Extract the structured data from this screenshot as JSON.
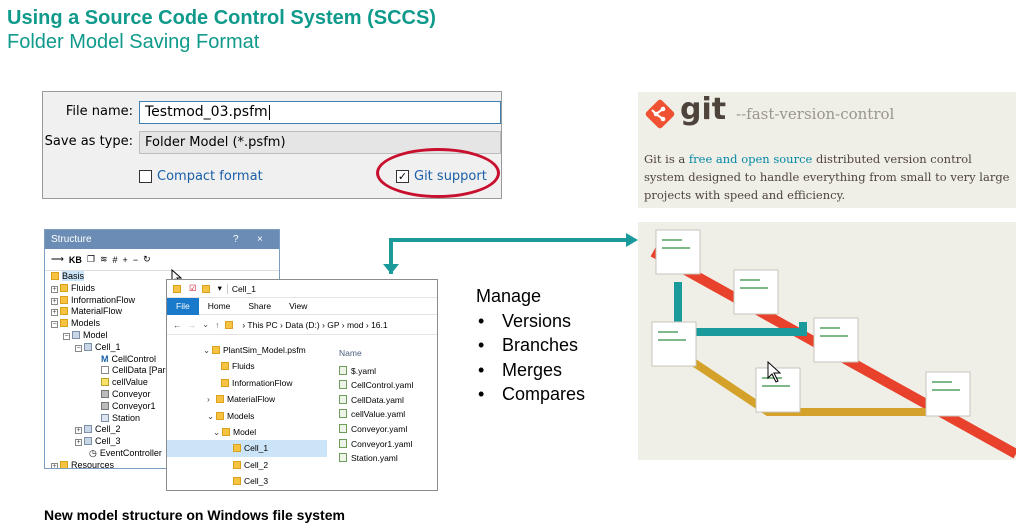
{
  "slide": {
    "title": "Using a Source Code Control System (SCCS)",
    "subtitle": "Folder Model Saving Format",
    "caption": "New model structure on Windows file system"
  },
  "save_dialog": {
    "file_name_label": "File name:",
    "file_name_value": "Testmod_03.psfm",
    "save_type_label": "Save as type:",
    "save_type_value": "Folder Model (*.psfm)",
    "compact_format_label": "Compact format",
    "compact_format_checked": false,
    "git_support_label": "Git support",
    "git_support_checked": true
  },
  "git_banner": {
    "logo_word": "git",
    "tagline": "--fast-version-control",
    "desc_pre": "Git is a ",
    "desc_link": "free and open source",
    "desc_post": " distributed version control system designed to handle everything from small to very large projects with speed and efficiency."
  },
  "structure_panel": {
    "title": "Structure",
    "controls": [
      "?",
      "×"
    ],
    "tree": [
      {
        "label": "Basis",
        "depth": 0,
        "selected": true
      },
      {
        "label": "Fluids",
        "depth": 1
      },
      {
        "label": "InformationFlow",
        "depth": 1
      },
      {
        "label": "MaterialFlow",
        "depth": 1
      },
      {
        "label": "Models",
        "depth": 1
      },
      {
        "label": "Model",
        "depth": 2
      },
      {
        "label": "Cell_1",
        "depth": 3
      },
      {
        "label": "CellControl",
        "depth": 4
      },
      {
        "label": "CellData [Para",
        "depth": 4
      },
      {
        "label": "cellValue",
        "depth": 4
      },
      {
        "label": "Conveyor",
        "depth": 4
      },
      {
        "label": "Conveyor1",
        "depth": 4
      },
      {
        "label": "Station",
        "depth": 4
      },
      {
        "label": "Cell_2",
        "depth": 3
      },
      {
        "label": "Cell_3",
        "depth": 3
      },
      {
        "label": "EventController",
        "depth": 3
      },
      {
        "label": "Resources",
        "depth": 0
      }
    ]
  },
  "explorer": {
    "title": "Cell_1",
    "tabs": [
      "File",
      "Home",
      "Share",
      "View"
    ],
    "address": [
      "This PC",
      "Data (D:)",
      "GP",
      "mod",
      "16.1"
    ],
    "nav_items": [
      {
        "label": "PlantSim_Model.psfm",
        "depth": 0
      },
      {
        "label": "Fluids",
        "depth": 1
      },
      {
        "label": "InformationFlow",
        "depth": 1
      },
      {
        "label": "MaterialFlow",
        "depth": 1
      },
      {
        "label": "Models",
        "depth": 1
      },
      {
        "label": "Model",
        "depth": 2
      },
      {
        "label": "Cell_1",
        "depth": 3,
        "selected": true
      },
      {
        "label": "Cell_2",
        "depth": 3
      },
      {
        "label": "Cell_3",
        "depth": 3
      }
    ],
    "files_header": "Name",
    "files": [
      "$.yaml",
      "CellControl.yaml",
      "CellData.yaml",
      "cellValue.yaml",
      "Conveyor.yaml",
      "Conveyor1.yaml",
      "Station.yaml"
    ]
  },
  "manage": {
    "heading": "Manage",
    "items": [
      "Versions",
      "Branches",
      "Merges",
      "Compares"
    ]
  },
  "colors": {
    "accent": "#0f9a8c",
    "git_red": "#f05133",
    "highlight_circle": "#c8102e",
    "branch_teal": "#1a9a9a",
    "branch_gold": "#d4a22a"
  }
}
